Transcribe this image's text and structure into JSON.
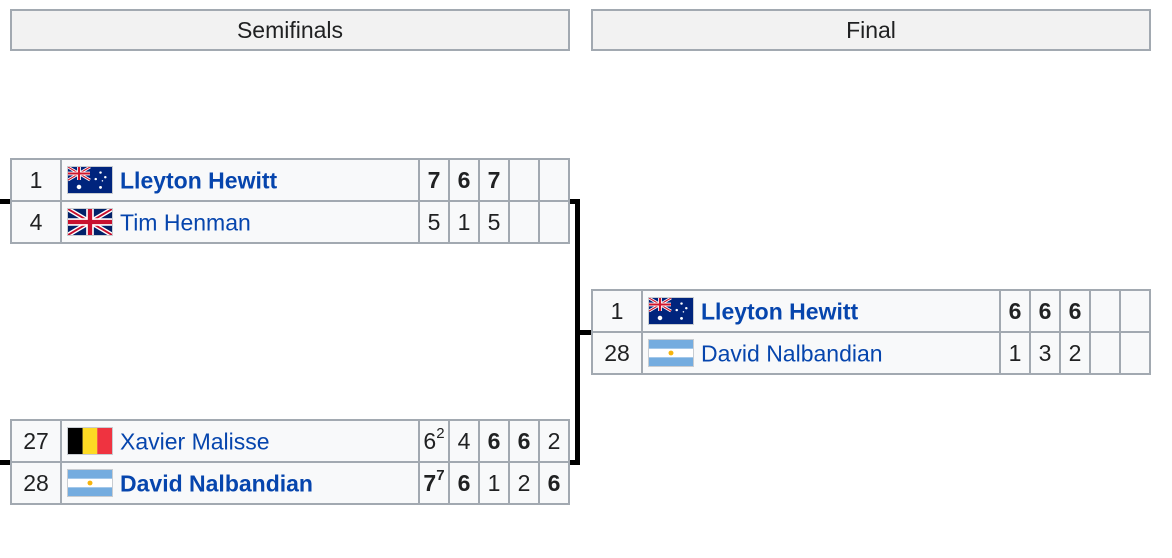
{
  "headers": {
    "semifinals": "Semifinals",
    "final": "Final"
  },
  "semifinal_1": [
    {
      "seed": "1",
      "flag": "australia-flag-icon",
      "player": "Lleyton Hewitt",
      "winner": true,
      "sets": [
        {
          "score": "7",
          "tb": "",
          "won": true
        },
        {
          "score": "6",
          "tb": "",
          "won": true
        },
        {
          "score": "7",
          "tb": "",
          "won": true
        },
        {
          "score": "",
          "tb": "",
          "won": false
        },
        {
          "score": "",
          "tb": "",
          "won": false
        }
      ]
    },
    {
      "seed": "4",
      "flag": "united-kingdom-flag-icon",
      "player": "Tim Henman",
      "winner": false,
      "sets": [
        {
          "score": "5",
          "tb": "",
          "won": false
        },
        {
          "score": "1",
          "tb": "",
          "won": false
        },
        {
          "score": "5",
          "tb": "",
          "won": false
        },
        {
          "score": "",
          "tb": "",
          "won": false
        },
        {
          "score": "",
          "tb": "",
          "won": false
        }
      ]
    }
  ],
  "semifinal_2": [
    {
      "seed": "27",
      "flag": "belgium-flag-icon",
      "player": "Xavier Malisse",
      "winner": false,
      "sets": [
        {
          "score": "6",
          "tb": "2",
          "won": false
        },
        {
          "score": "4",
          "tb": "",
          "won": false
        },
        {
          "score": "6",
          "tb": "",
          "won": true
        },
        {
          "score": "6",
          "tb": "",
          "won": true
        },
        {
          "score": "2",
          "tb": "",
          "won": false
        }
      ]
    },
    {
      "seed": "28",
      "flag": "argentina-flag-icon",
      "player": "David Nalbandian",
      "winner": true,
      "sets": [
        {
          "score": "7",
          "tb": "7",
          "won": true
        },
        {
          "score": "6",
          "tb": "",
          "won": true
        },
        {
          "score": "1",
          "tb": "",
          "won": false
        },
        {
          "score": "2",
          "tb": "",
          "won": false
        },
        {
          "score": "6",
          "tb": "",
          "won": true
        }
      ]
    }
  ],
  "final": [
    {
      "seed": "1",
      "flag": "australia-flag-icon",
      "player": "Lleyton Hewitt",
      "winner": true,
      "sets": [
        {
          "score": "6",
          "tb": "",
          "won": true
        },
        {
          "score": "6",
          "tb": "",
          "won": true
        },
        {
          "score": "6",
          "tb": "",
          "won": true
        },
        {
          "score": "",
          "tb": "",
          "won": false
        },
        {
          "score": "",
          "tb": "",
          "won": false
        }
      ]
    },
    {
      "seed": "28",
      "flag": "argentina-flag-icon",
      "player": "David Nalbandian",
      "winner": false,
      "sets": [
        {
          "score": "1",
          "tb": "",
          "won": false
        },
        {
          "score": "3",
          "tb": "",
          "won": false
        },
        {
          "score": "2",
          "tb": "",
          "won": false
        },
        {
          "score": "",
          "tb": "",
          "won": false
        },
        {
          "score": "",
          "tb": "",
          "won": false
        }
      ]
    }
  ]
}
